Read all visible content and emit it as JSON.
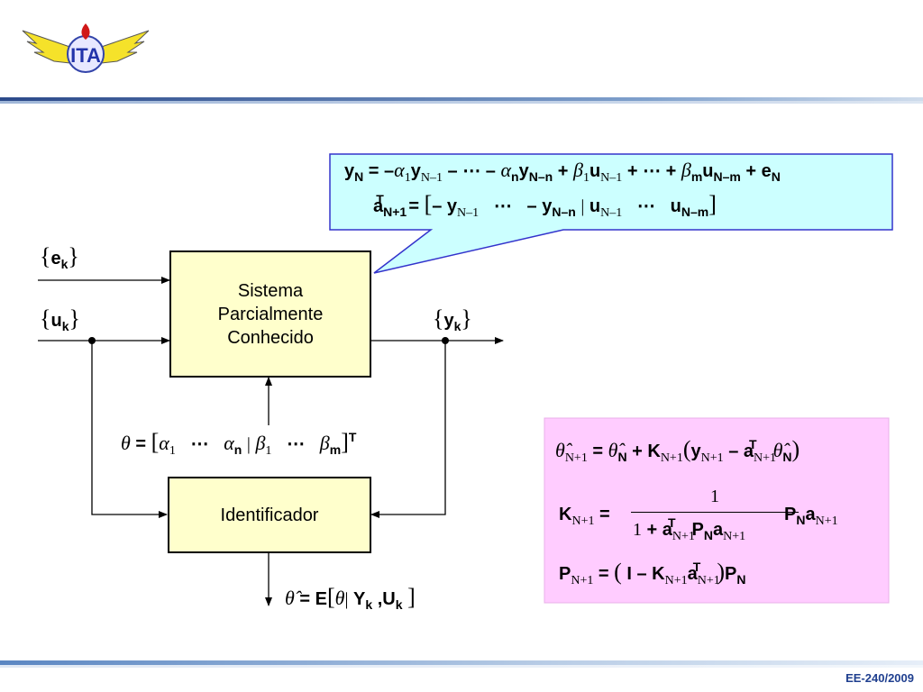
{
  "footer": {
    "course_code": "EE-240/2009"
  },
  "logo": {
    "text": "ITA"
  },
  "blocks": {
    "system": {
      "line1": "Sistema",
      "line2": "Parcialmente",
      "line3": "Conhecido"
    },
    "identifier": {
      "label": "Identificador"
    }
  },
  "signals": {
    "e": {
      "var": "e",
      "sub": "k"
    },
    "u": {
      "var": "u",
      "sub": "k"
    },
    "y": {
      "var": "y",
      "sub": "k"
    }
  },
  "colors": {
    "callout_fill": "#ccffff",
    "callout_border": "#3333cc",
    "pink_fill": "#ffccff",
    "block_fill": "#ffffcc",
    "band_blue": "#4a6fa5",
    "footer_blue": "#1f3f8f"
  }
}
